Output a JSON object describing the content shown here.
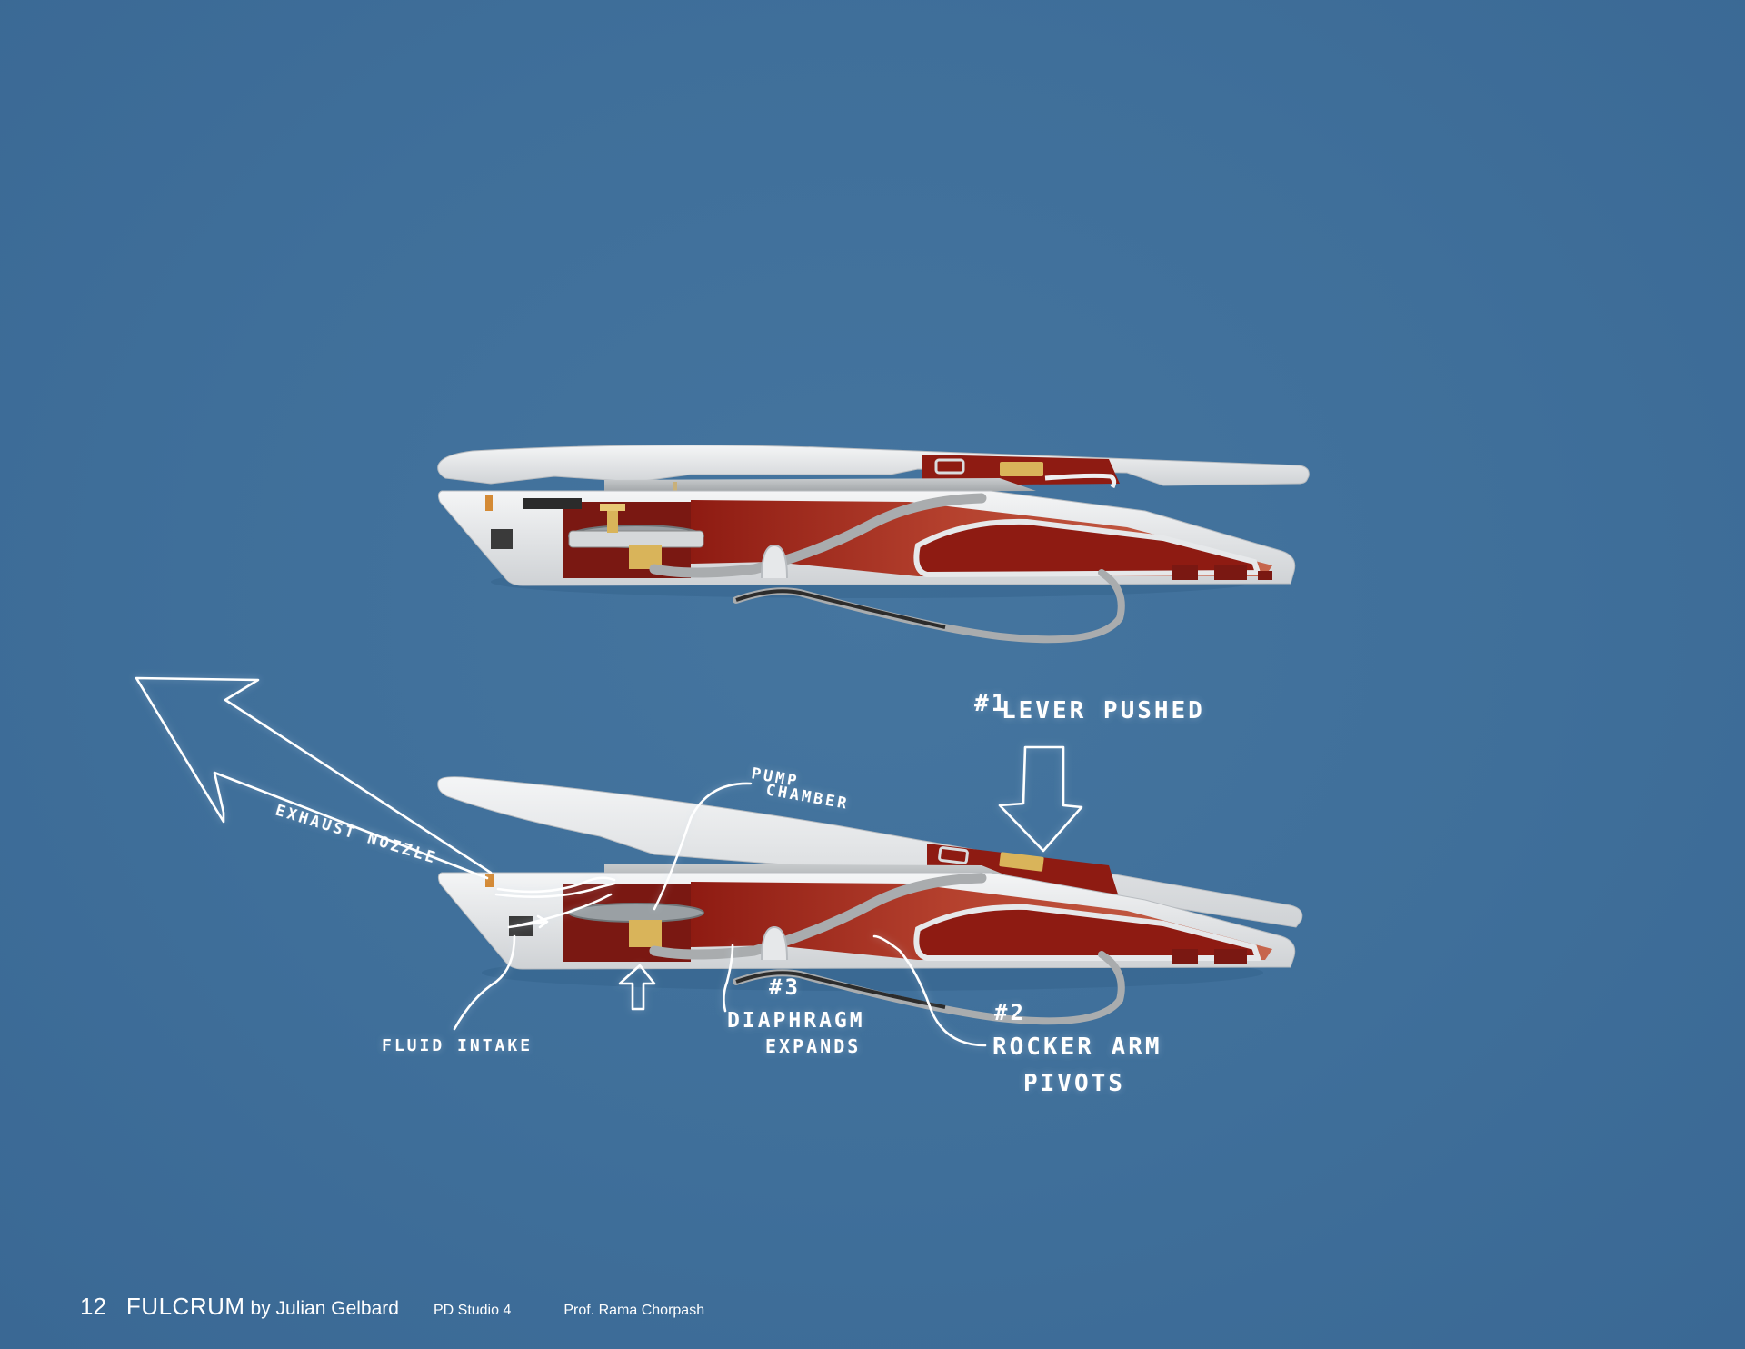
{
  "annotations": {
    "lever_pushed_number": "#1",
    "lever_pushed": "LEVER PUSHED",
    "pump": "PUMP",
    "chamber": "CHAMBER",
    "exhaust_nozzle": "EXHAUST NOZZLE",
    "fluid_intake": "FLUID INTAKE",
    "diaphragm_number": "#3",
    "diaphragm": "DIAPHRAGM",
    "expands": "EXPANDS",
    "rocker_number": "#2",
    "rocker_arm": "ROCKER ARM",
    "pivots": "PIVOTS"
  },
  "footer": {
    "page_number": "12",
    "title": "FULCRUM",
    "author": "by Julian Gelbard",
    "course": "PD Studio 4",
    "professor": "Prof. Rama Chorpash"
  },
  "colors": {
    "background": "#3f6f9a",
    "shell": "#e6e8ea",
    "interior": "#8e1b12",
    "interior_light": "#c5614a",
    "arm": "#a9acae",
    "brass": "#d9b45a",
    "annotation": "#ffffff"
  }
}
